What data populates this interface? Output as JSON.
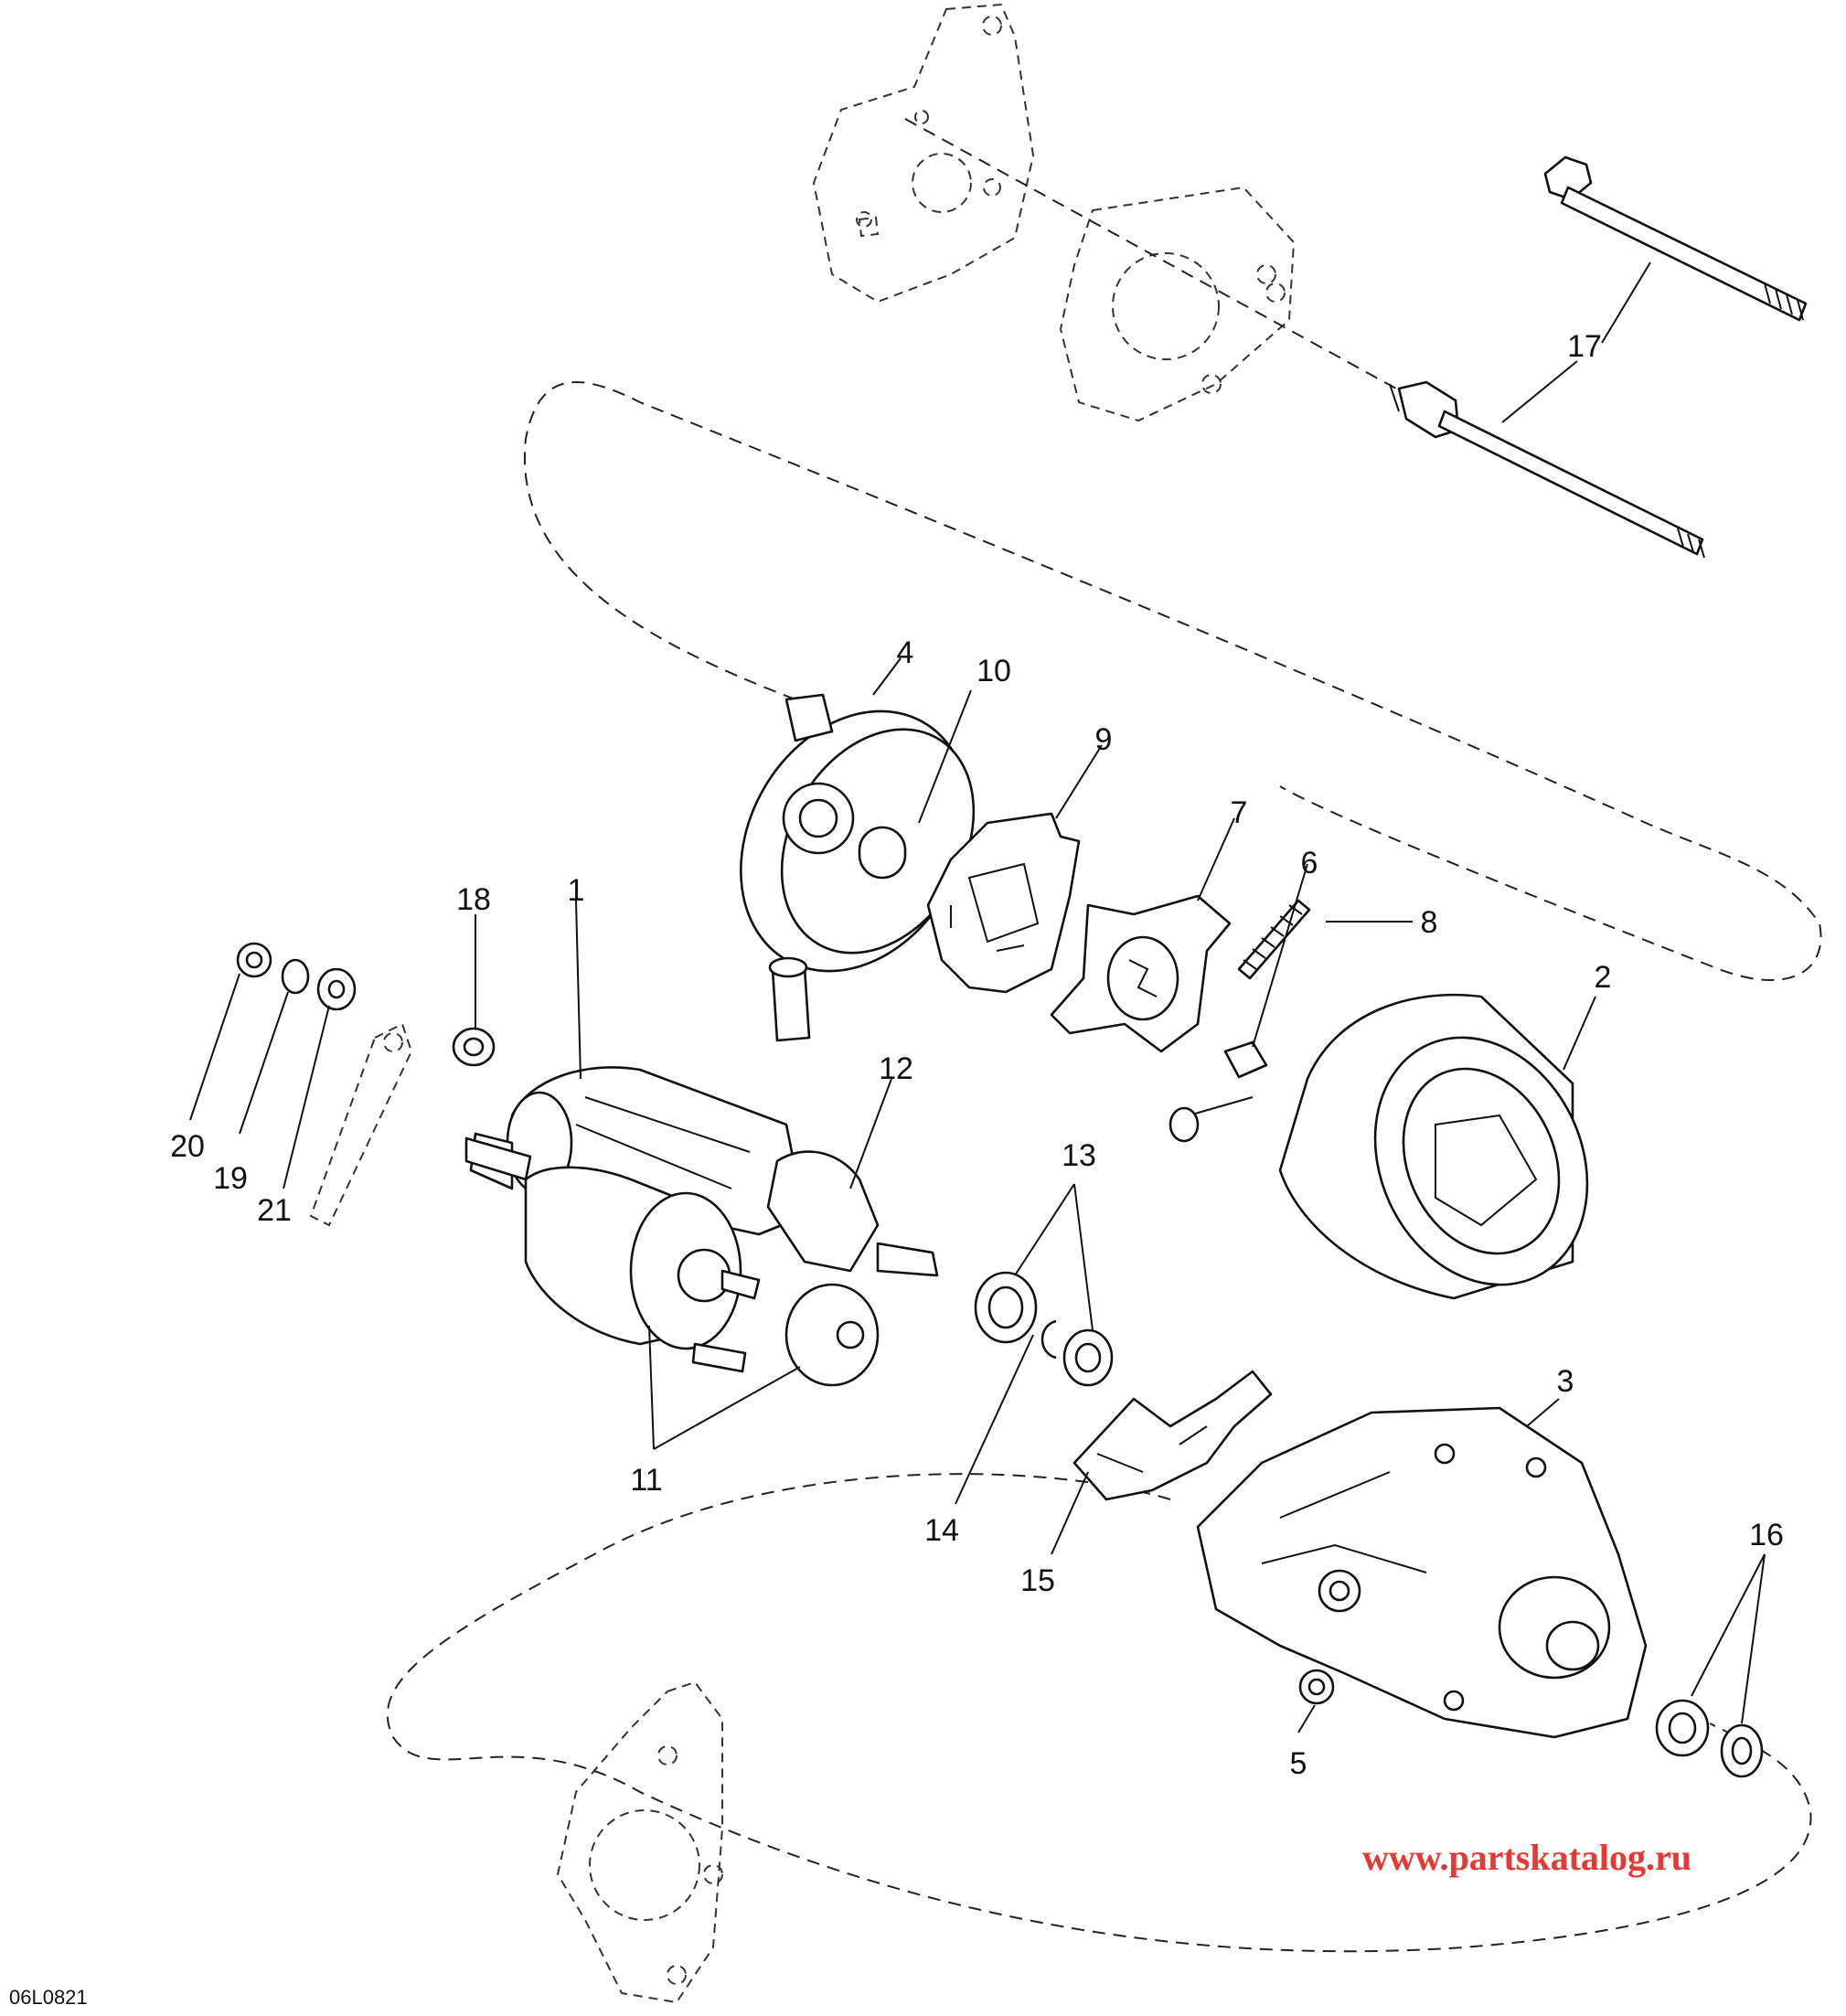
{
  "figure_code": "06L0821",
  "watermark": {
    "text": "www.partskatalog.ru",
    "color": "#e53935"
  },
  "callouts": [
    {
      "number": "1"
    },
    {
      "number": "2"
    },
    {
      "number": "3"
    },
    {
      "number": "4"
    },
    {
      "number": "5"
    },
    {
      "number": "6"
    },
    {
      "number": "7"
    },
    {
      "number": "8"
    },
    {
      "number": "9"
    },
    {
      "number": "10"
    },
    {
      "number": "11"
    },
    {
      "number": "12"
    },
    {
      "number": "13"
    },
    {
      "number": "14"
    },
    {
      "number": "15"
    },
    {
      "number": "16"
    },
    {
      "number": "17"
    },
    {
      "number": "18"
    },
    {
      "number": "19"
    },
    {
      "number": "20"
    },
    {
      "number": "21"
    }
  ]
}
